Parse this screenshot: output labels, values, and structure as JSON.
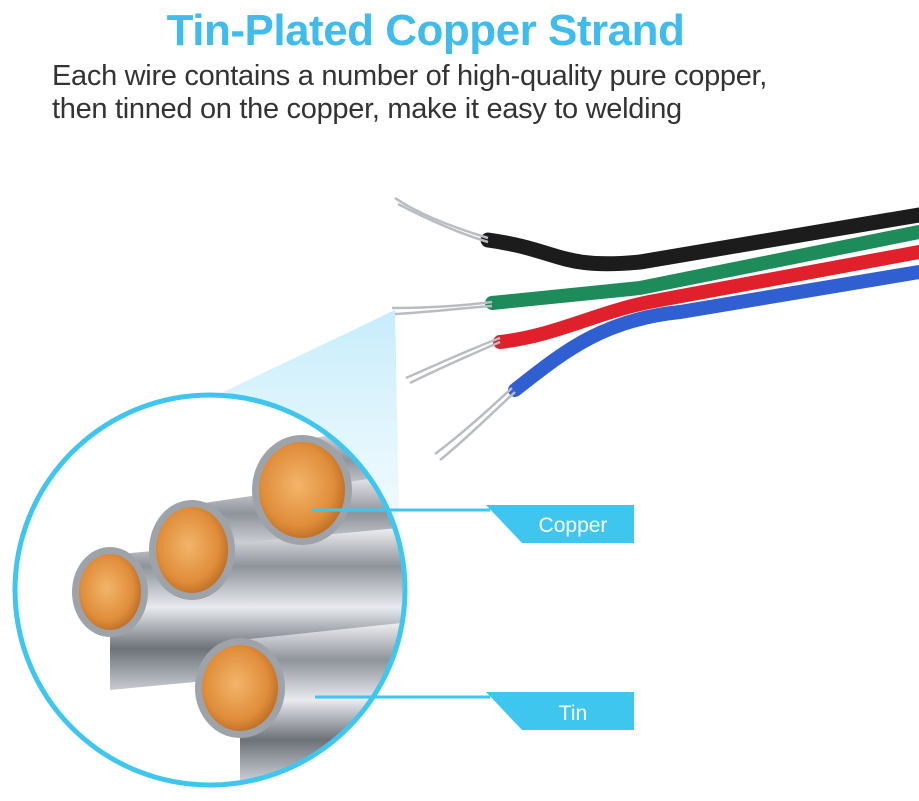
{
  "header": {
    "title": "Tin-Plated Copper Strand",
    "subtitle_line1": "Each wire contains a number of high-quality pure copper,",
    "subtitle_line2": "then tinned on the copper, make it easy to welding"
  },
  "callouts": {
    "copper_label": "Copper",
    "tin_label": "Tin"
  },
  "wires": [
    {
      "color_name": "black",
      "color": "#1c1c1c"
    },
    {
      "color_name": "green",
      "color": "#1e8c5a"
    },
    {
      "color_name": "red",
      "color": "#e0202a"
    },
    {
      "color_name": "blue",
      "color": "#2f5fd0"
    }
  ],
  "colors": {
    "accent": "#3fc6ef",
    "title": "#3fbcec",
    "subtitle": "#333333",
    "copper": "#e49a4a",
    "tin": "#b8bcc4"
  }
}
